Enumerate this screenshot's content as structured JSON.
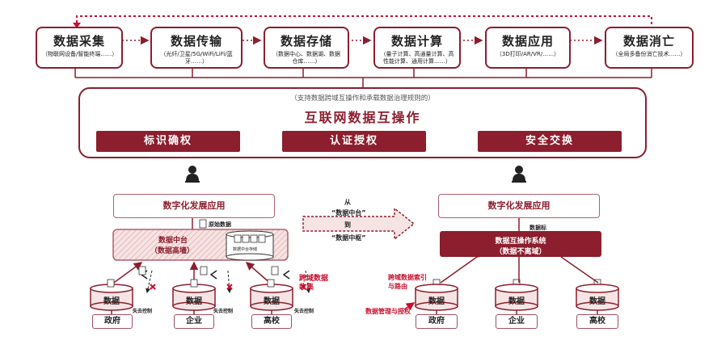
{
  "stages": [
    {
      "title": "数据采集",
      "desc": "（物联网设备/智能终端……）"
    },
    {
      "title": "数据传输",
      "desc": "（光纤/卫星/5G/WiFi/LiFi/蓝牙……）"
    },
    {
      "title": "数据存储",
      "desc": "（数据中心、数据湖、数据仓库……）"
    },
    {
      "title": "数据计算",
      "desc": "（量子计算、高通量计算、高性能计算、通用计算……）"
    },
    {
      "title": "数据应用",
      "desc": "（3D打印/AR/VR/……）"
    },
    {
      "title": "数据消亡",
      "desc": "（全局多备份消亡技术……）"
    }
  ],
  "interop": {
    "subtitle": "（支持数据跨域互操作和承载数据治理规则的）",
    "title": "互联网数据互操作",
    "functions": [
      "标识确权",
      "认证授权",
      "安全交换"
    ]
  },
  "left": {
    "app": "数字化发展应用",
    "metadata_label": "原始数据",
    "platform_title": "数据中台",
    "platform_sub": "（数据高墙）",
    "inner_label": "数据中台存储",
    "cylinder_label": "数据",
    "entities": [
      "政府",
      "企业",
      "高校"
    ],
    "loss_label": "失去控制",
    "cross_label": "跨域数据收集"
  },
  "middle": {
    "line1": "从",
    "line2": "“数据中台”",
    "line3": "到",
    "line4": "“数据中枢”"
  },
  "right": {
    "app": "数字化发展应用",
    "tag_label": "数据标",
    "os_title": "数据互操作系统",
    "os_sub": "（数据不离域）",
    "index_label": "跨域数据索引与路由",
    "mgmt_label": "数据管理与授权",
    "cylinder_label": "数据",
    "entities": [
      "政府",
      "企业",
      "高校"
    ]
  },
  "colors": {
    "accent": "#8c1e2e",
    "highlight": "#c8102e"
  },
  "icons": [
    "user-icon",
    "document-icon",
    "cross-mark-icon",
    "arrow-icon"
  ]
}
